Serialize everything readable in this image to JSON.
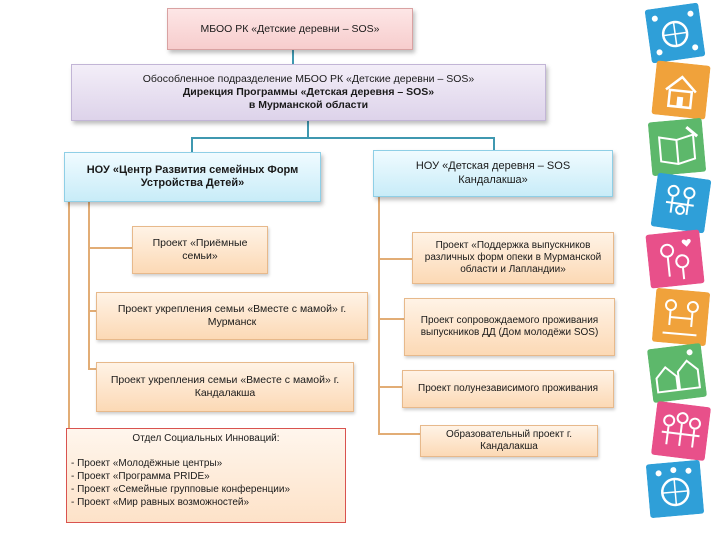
{
  "top_box": "МБОО РК «Детские деревни – SOS»",
  "branch": {
    "line1": "Обособленное подразделение МБОО РК «Детские деревни – SOS»",
    "line2": "Дирекция Программы «Детская деревня – SOS»",
    "line3": "в Мурманской области"
  },
  "left_head": "НОУ «Центр Развития семейных Форм Устройства Детей»",
  "right_head": "НОУ «Детская деревня – SOS Кандалакша»",
  "left_projects": [
    "Проект «Приёмные семьи»",
    "Проект укрепления семьи «Вместе с мамой» г. Мурманск",
    "Проект укрепления семьи «Вместе с мамой» г. Кандалакша"
  ],
  "department": {
    "title": "Отдел Социальных Инноваций:",
    "items": [
      "Проект «Молодёжные центры»",
      "Проект «Программа PRIDE»",
      "Проект «Семейные групповые конференции»",
      "Проект «Мир равных возможностей»"
    ]
  },
  "right_projects": [
    "Проект «Поддержка выпускников различных форм опеки в Мурманской области и Лапландии»",
    "Проект сопровождаемого проживания выпускников ДД (Дом молодёжи SOS)",
    "Проект полунезависимого проживания",
    "Образовательный проект г. Кандалакша"
  ],
  "colors": {
    "connector": "#3f98b0",
    "sub_connector": "#e2ad76",
    "dept_border": "#d9534f"
  },
  "decor_tiles": [
    {
      "icon": "globe-people-icon",
      "color": "#2f9fd8"
    },
    {
      "icon": "house-icon",
      "color": "#f0a23b"
    },
    {
      "icon": "book-pen-icon",
      "color": "#5db86b"
    },
    {
      "icon": "family-icon",
      "color": "#2f9fd8"
    },
    {
      "icon": "children-hearts-icon",
      "color": "#e8508a"
    },
    {
      "icon": "kids-play-icon",
      "color": "#f0a23b"
    },
    {
      "icon": "village-icon",
      "color": "#5db86b"
    },
    {
      "icon": "people-group-icon",
      "color": "#e8508a"
    },
    {
      "icon": "globe-kids-icon",
      "color": "#2f9fd8"
    }
  ]
}
